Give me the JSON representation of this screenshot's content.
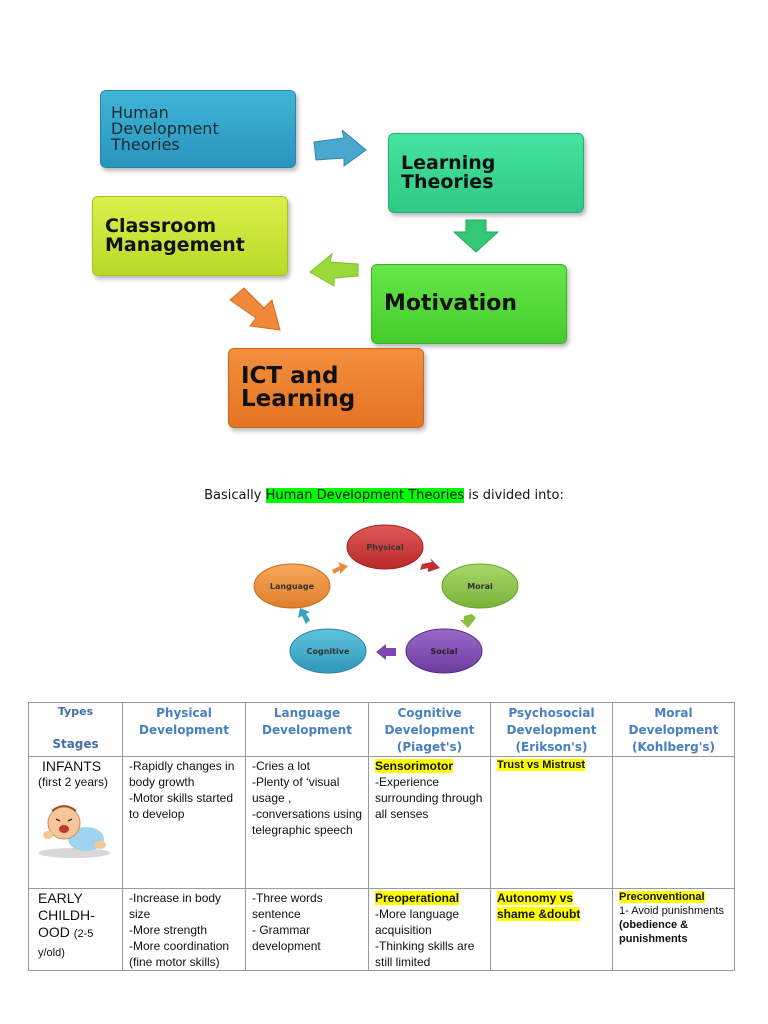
{
  "flow_diagram": {
    "boxes": {
      "human_dev": [
        "Human",
        "Development",
        "Theories"
      ],
      "learning": [
        "Learning",
        "Theories"
      ],
      "classroom": [
        "Classroom",
        "Management"
      ],
      "motivation": [
        "Motivation"
      ],
      "ict": [
        "ICT and",
        "Learning"
      ]
    }
  },
  "sentence": {
    "before": "Basically ",
    "highlight": "Human Development Theories",
    "after": " is divided into:"
  },
  "cycle": {
    "nodes": [
      "Physical",
      "Moral",
      "Social",
      "Cognitive",
      "Language"
    ]
  },
  "table": {
    "headers": {
      "types": "Types",
      "stages": "Stages",
      "physical": "Physical Development",
      "language": "Language Development",
      "cognitive": [
        "Cognitive Development",
        "(Piaget's)"
      ],
      "psychosocial": [
        "Psychosocial Development",
        "(Erikson's)"
      ],
      "moral": [
        "Moral Development",
        "(Kohlberg's)"
      ]
    },
    "rows": [
      {
        "stage": "INFANTS",
        "stage_sub": "(first 2 years)",
        "physical": [
          "-Rapidly changes in body growth",
          "-Motor skills started to develop"
        ],
        "language": [
          "-Cries  a lot",
          "-Plenty of ‘visual usage ,",
          "-conversations using telegraphic speech"
        ],
        "cognitive_title": "Sensorimotor",
        "cognitive": [
          "-Experience surrounding through all senses"
        ],
        "psychosocial_title": "Trust vs Mistrust",
        "moral_title": "",
        "moral": []
      },
      {
        "stage": "EARLY CHILDH-OOD",
        "stage_sub": "(2-5 y/old)",
        "physical": [
          "-Increase in body size",
          "-More strength",
          "-More coordination (fine motor skills)"
        ],
        "language": [
          "-Three words sentence",
          "- Grammar development"
        ],
        "cognitive_title": "Preoperational",
        "cognitive": [
          "-More language acquisition",
          "-Thinking skills are still limited"
        ],
        "psychosocial_title": "Autonomy vs shame &doubt",
        "moral_title": "Preconventional",
        "moral": [
          "1- Avoid punishments"
        ],
        "moral_bold": "(obedience & punishments"
      }
    ]
  },
  "colors": {
    "highlight_green": "#00ff00",
    "highlight_yellow": "#ffff00",
    "header_blue": "#4a7fc0"
  }
}
